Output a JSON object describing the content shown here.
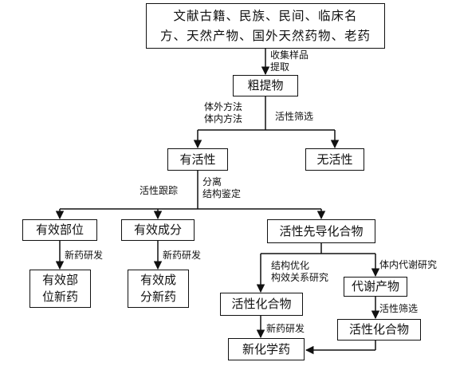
{
  "nodes": {
    "sources": {
      "line1": "文献古籍、民族、民间、临床名",
      "line2": "方、天然产物、国外天然药物、老药"
    },
    "crude_extract": "粗提物",
    "active": "有活性",
    "inactive": "无活性",
    "effective_part": "有效部位",
    "effective_component": "有效成分",
    "lead_compound": "活性先导化合物",
    "part_new_drug": {
      "line1": "有效部",
      "line2": "位新药"
    },
    "component_new_drug": {
      "line1": "有效成",
      "line2": "分新药"
    },
    "active_compound_left": "活性化合物",
    "metabolite": "代谢产物",
    "active_compound_right": "活性化合物",
    "new_chemical_drug": "新化学药"
  },
  "edge_labels": {
    "collect": {
      "line1": "收集样品",
      "line2": "提取"
    },
    "methods": {
      "line1": "体外方法",
      "line2": "体内方法"
    },
    "activity_screen": "活性筛选",
    "activity_tracking": "活性跟踪",
    "separation": {
      "line1": "分离",
      "line2": "结构鉴定"
    },
    "new_drug_dev_1": "新药研发",
    "new_drug_dev_2": "新药研发",
    "structure_opt": {
      "line1": "结构优化",
      "line2": "构效关系研究"
    },
    "in_vivo_metabolism": "体内代谢研究",
    "activity_screen_2": "活性筛选",
    "new_drug_dev_3": "新药研发"
  }
}
